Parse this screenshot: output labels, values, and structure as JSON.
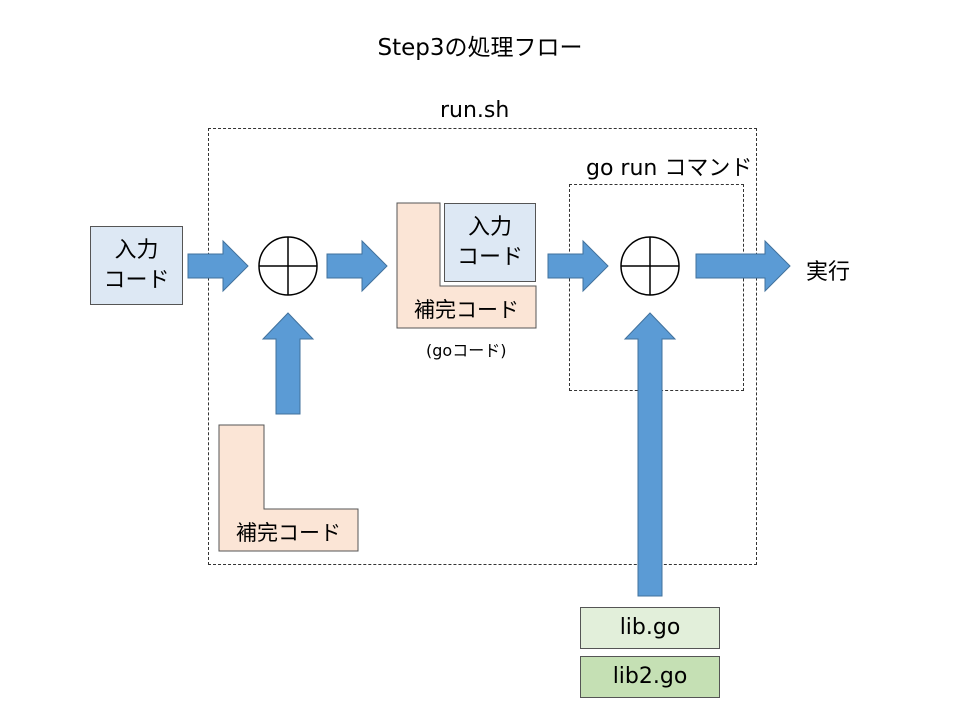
{
  "title": "Step3の処理フロー",
  "run_sh_label": "run.sh",
  "go_run_label": "go run コマンド",
  "input_code_1": {
    "line1": "入力",
    "line2": "コード"
  },
  "input_code_2": {
    "line1": "入力",
    "line2": "コード"
  },
  "complement_code_1": "補完コード",
  "complement_code_2": "補完コード",
  "go_code_note": "(goコード)",
  "execute_label": "実行",
  "lib_go": "lib.go",
  "lib2_go": "lib2.go",
  "colors": {
    "arrow": "#5b9bd5",
    "arrow_stroke": "#41719c",
    "input_fill": "#dde8f4",
    "complement_fill": "#fbe5d6",
    "lib_fill": "#e2efda",
    "lib2_fill": "#c5e0b4"
  }
}
